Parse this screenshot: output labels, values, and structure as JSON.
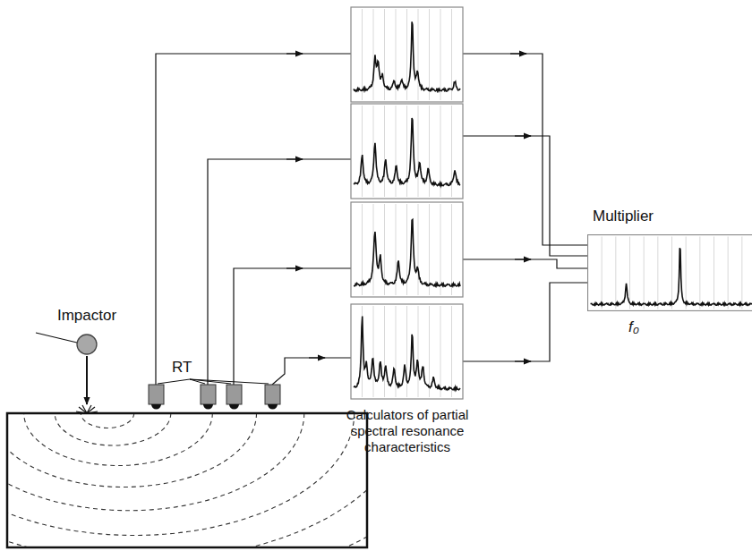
{
  "diagram": {
    "nodes": [
      {
        "text": [
          "Impactor"
        ]
      },
      {
        "text": [
          "Multiplier"
        ]
      }
    ],
    "labels": [
      "RT",
      "Calculators of partial spectral resonance characteristics",
      "f₀"
    ]
  }
}
